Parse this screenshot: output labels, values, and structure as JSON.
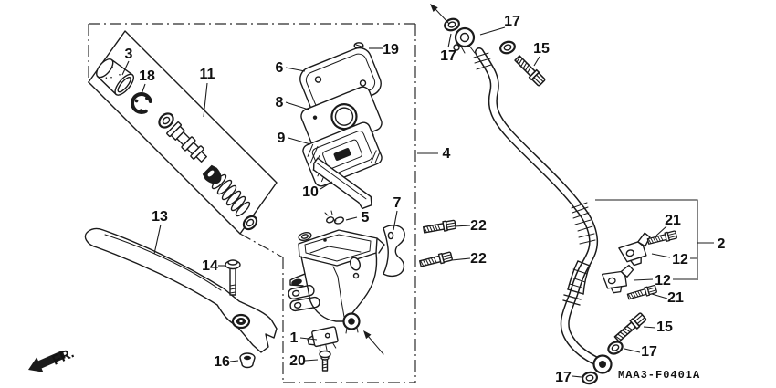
{
  "figure": {
    "code": "MAA3-F0401A",
    "direction_label": "FR.",
    "ink_color": "#1b1b1b",
    "background_color": "#ffffff",
    "callouts": {
      "c1": "1",
      "c2": "2",
      "c3": "3",
      "c4": "4",
      "c5": "5",
      "c6": "6",
      "c7": "7",
      "c8": "8",
      "c9": "9",
      "c10": "10",
      "c11": "11",
      "c12_upper": "12",
      "c12_lower": "12",
      "c13": "13",
      "c14": "14",
      "c15_top": "15",
      "c15_bottom": "15",
      "c16": "16",
      "c17_top_left": "17",
      "c17_top_right": "17",
      "c17_bottom_right": "17",
      "c17_bottom_left": "17",
      "c18": "18",
      "c19": "19",
      "c20": "20",
      "c21_upper": "21",
      "c21_lower": "21",
      "c22_upper": "22",
      "c22_lower": "22"
    }
  }
}
